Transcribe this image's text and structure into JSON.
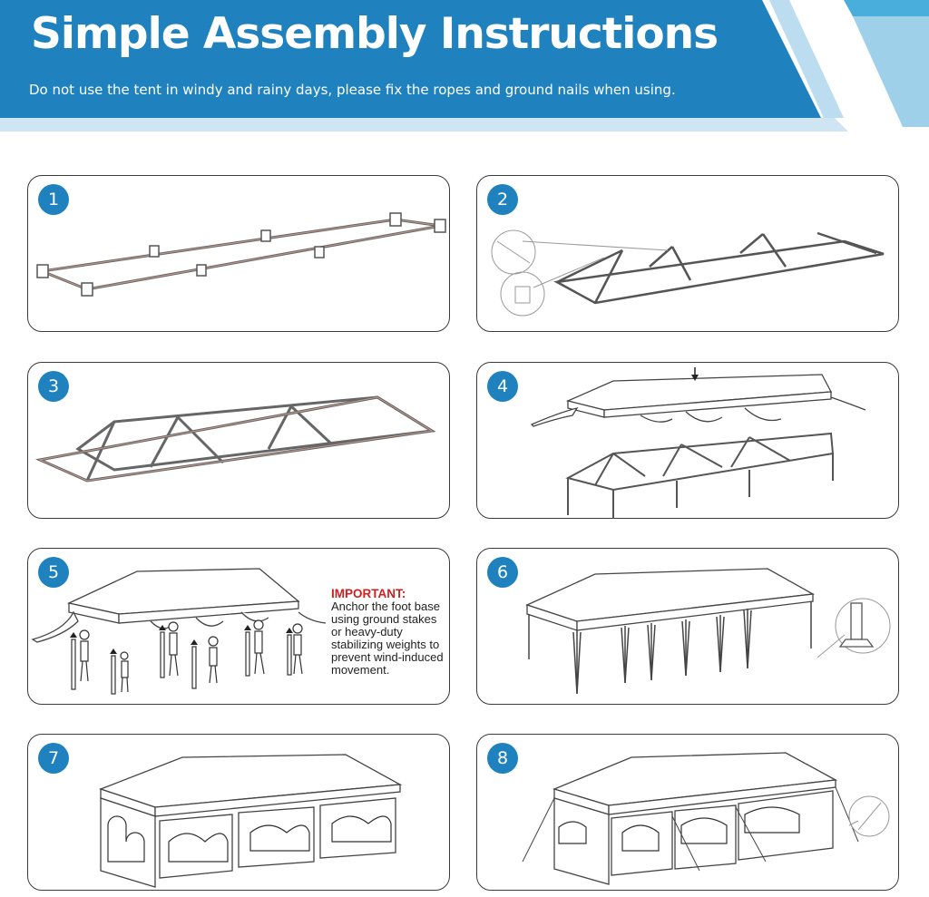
{
  "header": {
    "title": "Simple Assembly Instructions",
    "subtitle": "Do not use the tent in windy and rainy days, please fix the ropes and ground nails when using.",
    "colors": {
      "primary": "#1f82bf",
      "light": "#cfe5f3",
      "accent": "#4aaedc"
    }
  },
  "steps": [
    {
      "number": "1"
    },
    {
      "number": "2"
    },
    {
      "number": "3"
    },
    {
      "number": "4"
    },
    {
      "number": "5",
      "note_title": "IMPORTANT:",
      "note_body": "Anchor the foot base using ground stakes or heavy-duty stabilizing  weights to prevent wind-induced movement."
    },
    {
      "number": "6"
    },
    {
      "number": "7"
    },
    {
      "number": "8"
    }
  ]
}
